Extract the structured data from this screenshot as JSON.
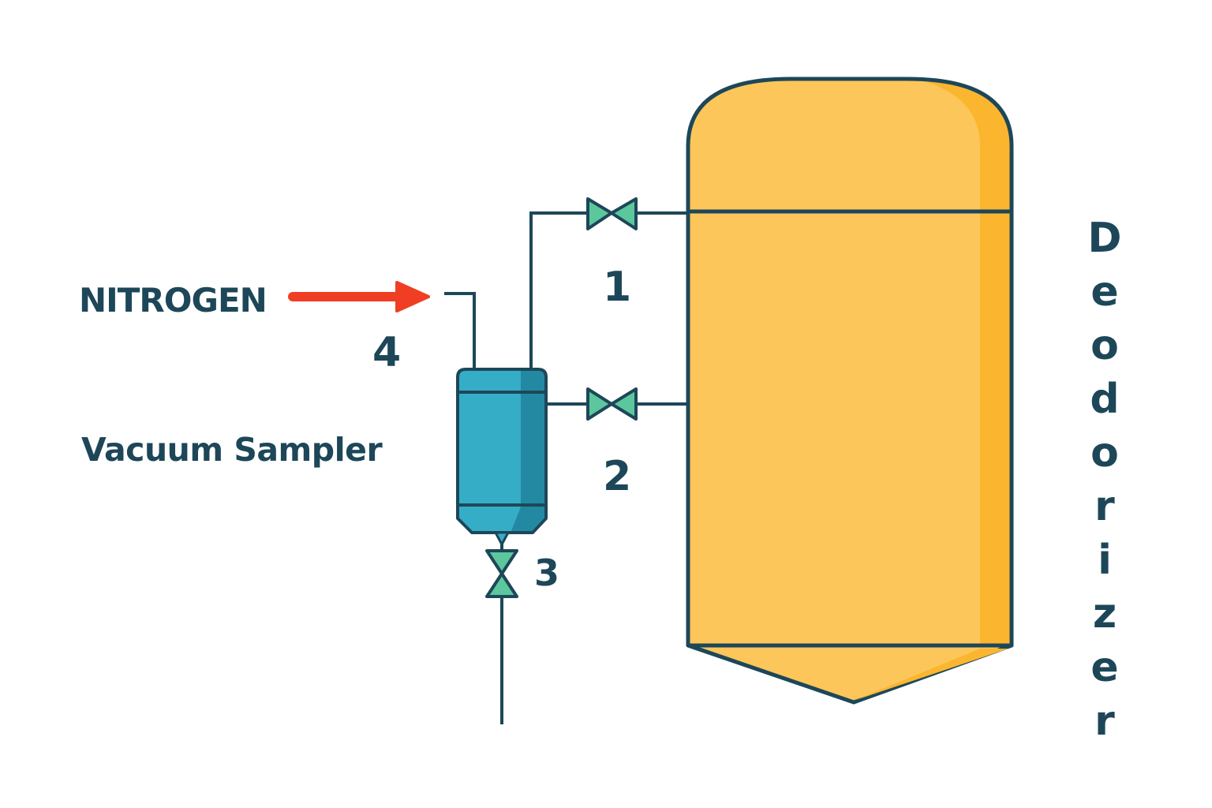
{
  "labels": {
    "nitrogen": "NITROGEN",
    "vacuum_sampler": "Vacuum Sampler",
    "deodorizer": "Deodorizer"
  },
  "valves": [
    {
      "id": "1",
      "label": "1"
    },
    {
      "id": "2",
      "label": "2"
    },
    {
      "id": "3",
      "label": "3"
    },
    {
      "id": "4",
      "label": "4"
    }
  ],
  "colors": {
    "line": "#1d4759",
    "tank_fill": "#fdc65a",
    "tank_shade": "#fbb52f",
    "sampler_fill": "#36adc6",
    "sampler_shade": "#2389a3",
    "valve_fill": "#5cc79d",
    "arrow": "#f03e25"
  }
}
